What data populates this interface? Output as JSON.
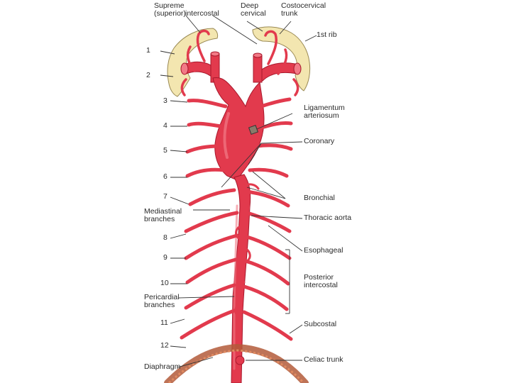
{
  "colors": {
    "artery": "#e23a4d",
    "artery_dark": "#a8182c",
    "artery_light": "#f27a86",
    "bone": "#f3e6b0",
    "bone_edge": "#9a8a55",
    "leader": "#333333",
    "diaphragm": "#b35a3a"
  },
  "labels": {
    "supreme_superior": "Supreme\n(superior)",
    "intercostal": "intercostal",
    "deep_cervical": "Deep\ncervical",
    "costocervical_trunk": "Costocervical\ntrunk",
    "first_rib": "1st rib",
    "ligamentum_arteriosum": "Ligamentum\narteriosum",
    "coronary": "Coronary",
    "bronchial": "Bronchial",
    "mediastinal_branches": "Mediastinal\nbranches",
    "thoracic_aorta": "Thoracic aorta",
    "esophageal": "Esophageal",
    "posterior_intercostal": "Posterior\nintercostal",
    "pericardial_branches": "Pericardial\nbranches",
    "subcostal": "Subcostal",
    "diaphragm": "Diaphragm",
    "celiac_trunk": "Celiac trunk"
  },
  "rib_numbers": [
    "1",
    "2",
    "3",
    "4",
    "5",
    "6",
    "7",
    "8",
    "9",
    "10",
    "11",
    "12"
  ]
}
